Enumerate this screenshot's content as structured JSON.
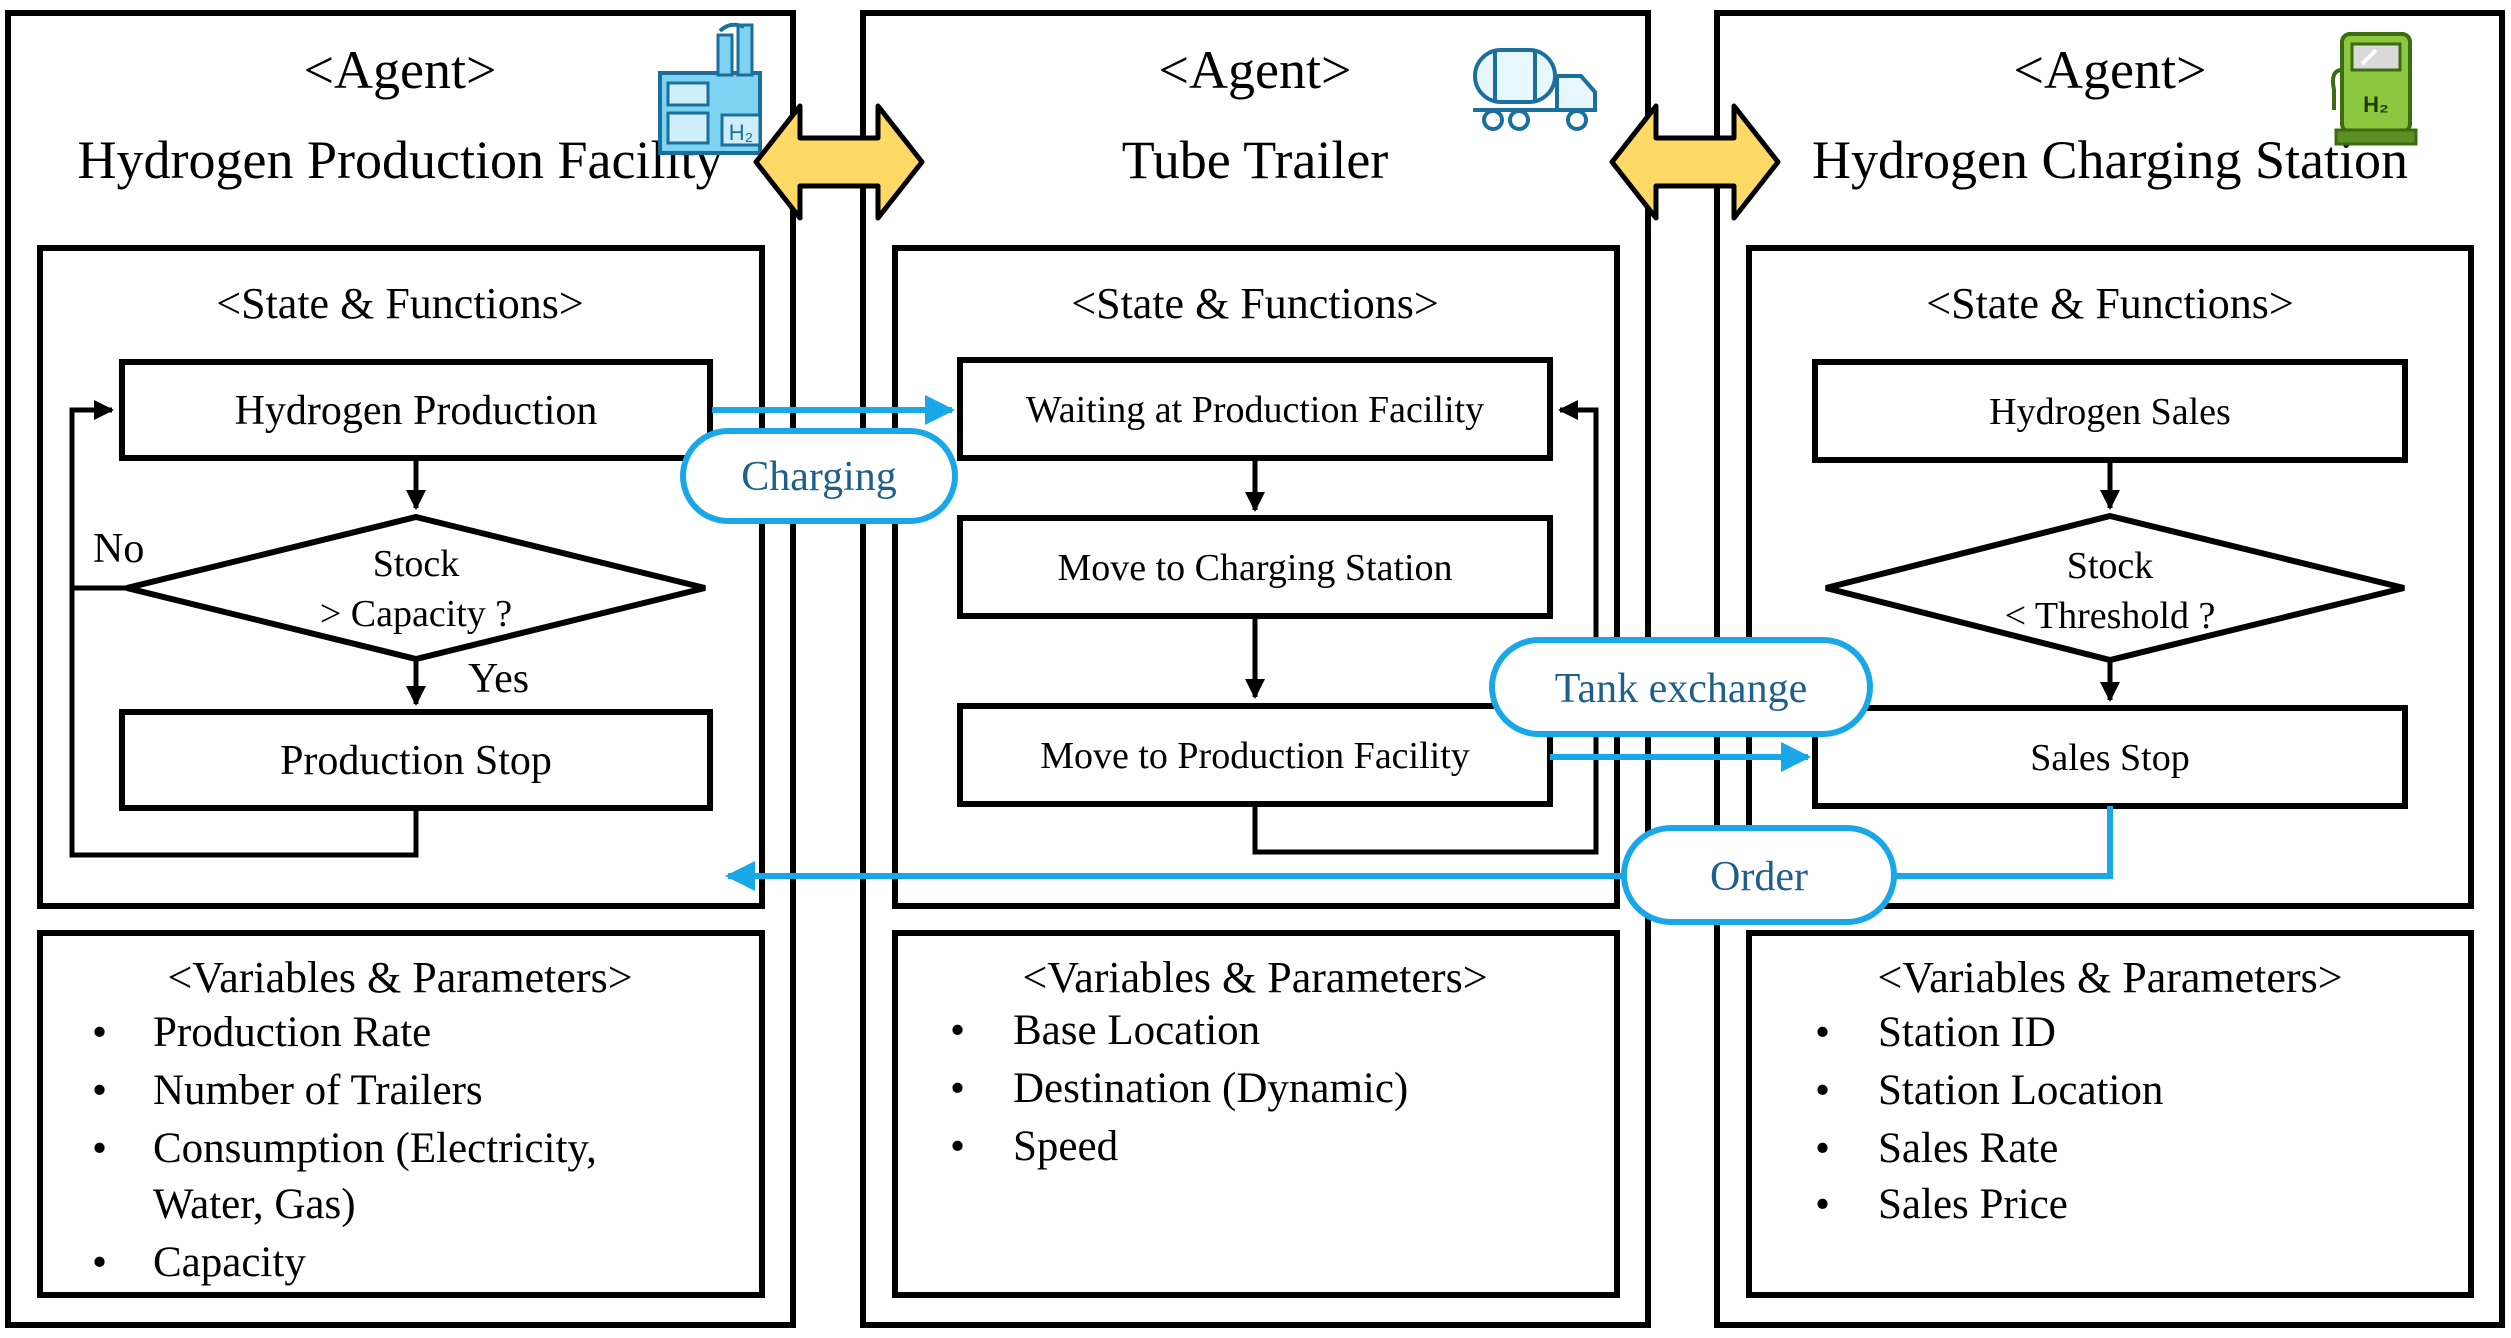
{
  "colors": {
    "frame": "#000000",
    "message": "#1aa7e8",
    "message_text": "#1f5f8b",
    "double_arrow_fill": "#ffd966",
    "double_arrow_stroke": "#000000"
  },
  "agents": [
    {
      "id": "production",
      "title_line1": "<Agent>",
      "title_line2": "Hydrogen Production Facility",
      "icon": "factory-h2-icon",
      "section_title": "<State & Functions>",
      "states": {
        "box1": "Hydrogen Production",
        "decision_line1": "Stock",
        "decision_line2": "> Capacity ?",
        "box2": "Production Stop",
        "no_label": "No",
        "yes_label": "Yes"
      },
      "variables_title": "<Variables & Parameters>",
      "variables": [
        "Production Rate",
        "Number of Trailers",
        "Consumption (Electricity,",
        "Water, Gas)",
        "Capacity"
      ]
    },
    {
      "id": "trailer",
      "title_line1": "<Agent>",
      "title_line2": "Tube Trailer",
      "icon": "tank-truck-icon",
      "section_title": "<State & Functions>",
      "states": {
        "box1": "Waiting at Production Facility",
        "box2": "Move to Charging Station",
        "box3": "Move to Production Facility"
      },
      "variables_title": "<Variables & Parameters>",
      "variables": [
        "Base Location",
        "Destination (Dynamic)",
        "Speed"
      ]
    },
    {
      "id": "station",
      "title_line1": "<Agent>",
      "title_line2": "Hydrogen Charging Station",
      "icon": "fuel-pump-h2-icon",
      "section_title": "<State & Functions>",
      "states": {
        "box1": "Hydrogen Sales",
        "decision_line1": "Stock",
        "decision_line2": "< Threshold ?",
        "box2": "Sales Stop"
      },
      "variables_title": "<Variables & Parameters>",
      "variables": [
        "Station ID",
        "Station Location",
        "Sales Rate",
        "Sales Price"
      ]
    }
  ],
  "messages": {
    "charging": "Charging",
    "tank_exchange": "Tank exchange",
    "order": "Order"
  },
  "icon_label_h2": "H₂"
}
